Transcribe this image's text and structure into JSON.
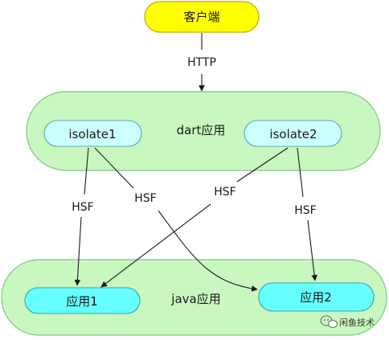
{
  "nodes": {
    "client": {
      "label": "客户端",
      "fill": "#ffff00",
      "stroke": "#c9a600"
    },
    "dart_container": {
      "label": "dart应用",
      "fill": "#c8f7c0",
      "stroke": "#7fc87f"
    },
    "isolate1": {
      "label": "isolate1",
      "fill": "#ccffff",
      "stroke": "#5aa9b3"
    },
    "isolate2": {
      "label": "isolate2",
      "fill": "#ccffff",
      "stroke": "#5aa9b3"
    },
    "java_container": {
      "label": "java应用",
      "fill": "#c8f7c0",
      "stroke": "#7fc87f"
    },
    "app1": {
      "label": "应用1",
      "fill": "#66ffff",
      "stroke": "#3f9fa8"
    },
    "app2": {
      "label": "应用2",
      "fill": "#66ffff",
      "stroke": "#3f9fa8"
    }
  },
  "edges": {
    "client_to_dart": {
      "label": "HTTP"
    },
    "isolate1_to_app1": {
      "label": "HSF"
    },
    "isolate1_to_app2": {
      "label": "HSF"
    },
    "isolate2_to_app1": {
      "label": "HSF"
    },
    "isolate2_to_app2": {
      "label": "HSF"
    }
  },
  "watermark": {
    "text": "闲鱼技术"
  }
}
